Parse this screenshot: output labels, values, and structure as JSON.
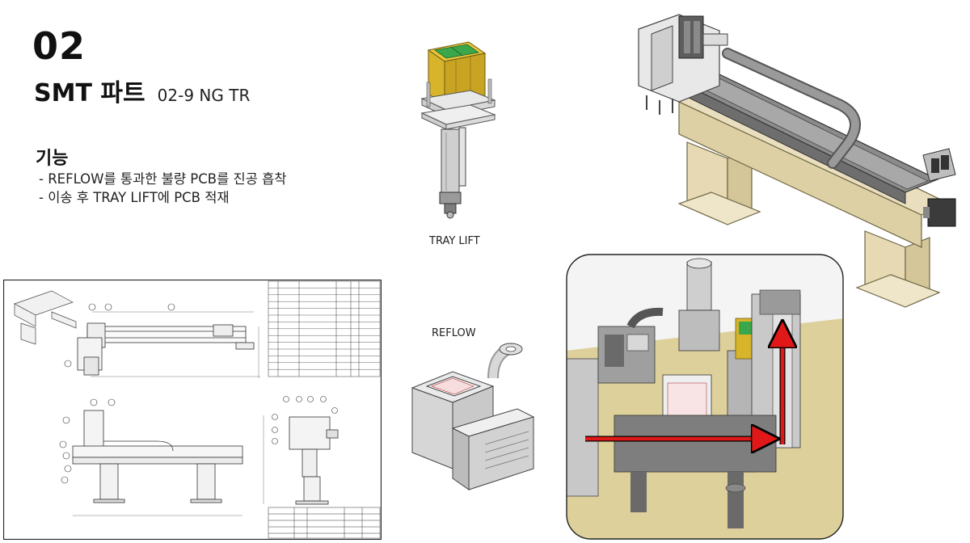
{
  "header": {
    "section_number": "02",
    "title": "SMT 파트",
    "subtitle": "02-9 NG TR"
  },
  "function": {
    "heading": "기능",
    "items": [
      "- REFLOW를 통과한 불량 PCB를 진공 흡착",
      "- 이송 후 TRAY LIFT에 PCB 적재"
    ]
  },
  "captions": {
    "tray_lift": "TRAY LIFT",
    "reflow": "REFLOW"
  },
  "colors": {
    "arrow": "#e01818",
    "pcb_tray": "#d7b42a",
    "pcb_green": "#3aa84a",
    "base_frame": "#e6d9b4",
    "detail_floor": "#ddd09a"
  }
}
